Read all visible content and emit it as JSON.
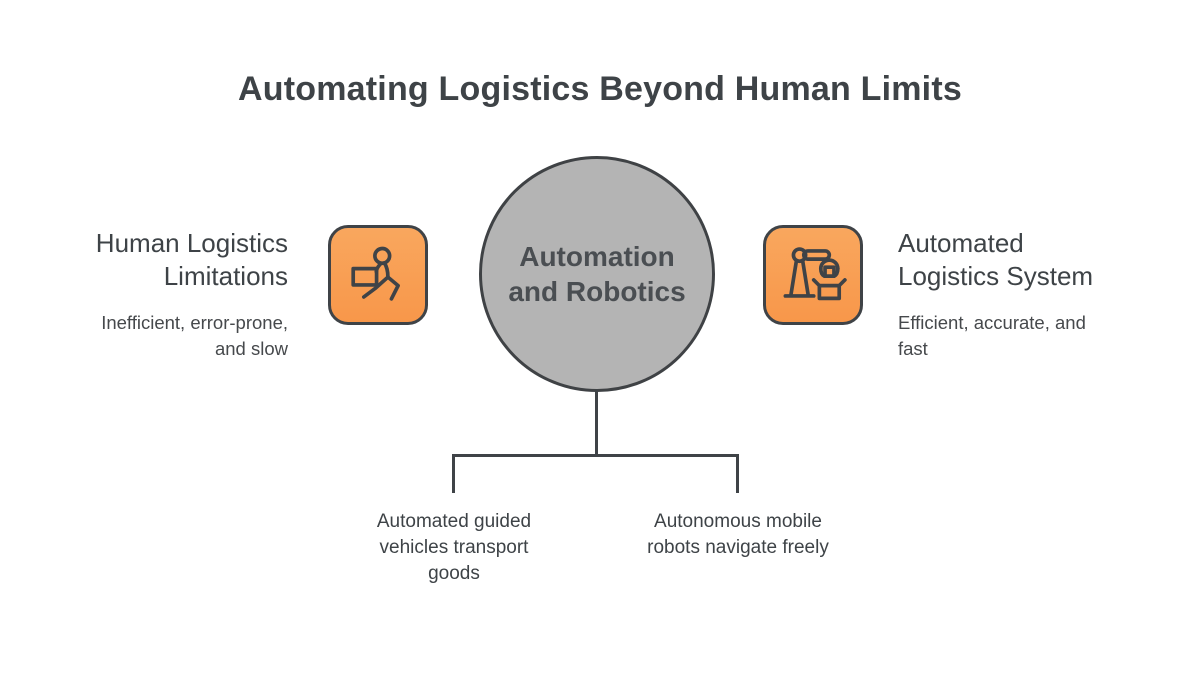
{
  "title": "Automating Logistics Beyond Human Limits",
  "center": {
    "label": "Automation\nand Robotics"
  },
  "left": {
    "heading": "Human Logistics\nLimitations",
    "description": "Inefficient, error-prone,\nand slow",
    "icon": "person-carrying-box-icon"
  },
  "right": {
    "heading": "Automated\nLogistics System",
    "description": "Efficient, accurate, and\nfast",
    "icon": "robot-arm-packing-icon"
  },
  "branches": [
    {
      "label": "Automated guided\nvehicles transport\ngoods"
    },
    {
      "label": "Autonomous mobile\nrobots navigate freely"
    }
  ],
  "colors": {
    "background": "#ffffff",
    "title_text": "#3e4347",
    "body_text": "#46494c",
    "node_fill": "#b4b4b4",
    "node_border": "#3f4245",
    "card_gradient_top": "#f9a75e",
    "card_gradient_bottom": "#f8974a",
    "card_border": "#3f4347",
    "connector": "#3f4347"
  }
}
